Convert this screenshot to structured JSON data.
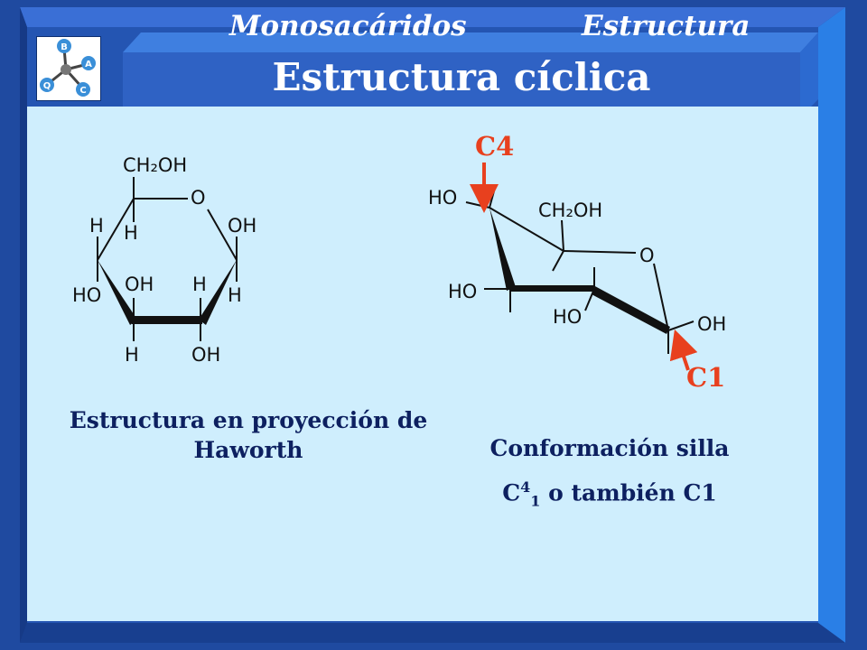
{
  "header": {
    "left": "Monosacáridos",
    "right": "Estructura",
    "title": "Estructura cíclica"
  },
  "logo": {
    "letters": [
      "B",
      "A",
      "C",
      "Q"
    ]
  },
  "haworth": {
    "labels": {
      "ch2oh": "CH₂OH",
      "ring_o": "O",
      "c5_h_down": "H",
      "c4_h_up": "H",
      "c4_ho": "HO",
      "c3_oh": "OH",
      "c3_h": "H",
      "c2_h": "H",
      "c2_oh": "OH",
      "c1_oh": "OH",
      "c1_h": "H"
    },
    "caption_line1": "Estructura en proyección de",
    "caption_line2": "Haworth"
  },
  "chair": {
    "labels": {
      "c4_ho": "HO",
      "ch2oh": "CH₂OH",
      "ring_o": "O",
      "c3_ho": "HO",
      "c2_ho": "HO",
      "c1_oh": "OH",
      "marker_c4": "C4",
      "marker_c1": "C1"
    },
    "caption": "Conformación silla",
    "conformation": {
      "base": "C",
      "sup": "4",
      "sub": "1",
      "rest": " o también C1"
    }
  },
  "colors": {
    "background_frame": "#1f4aa0",
    "content_panel": "#cfeefd",
    "caption_text": "#0d2060",
    "marker_red": "#e8401e"
  }
}
